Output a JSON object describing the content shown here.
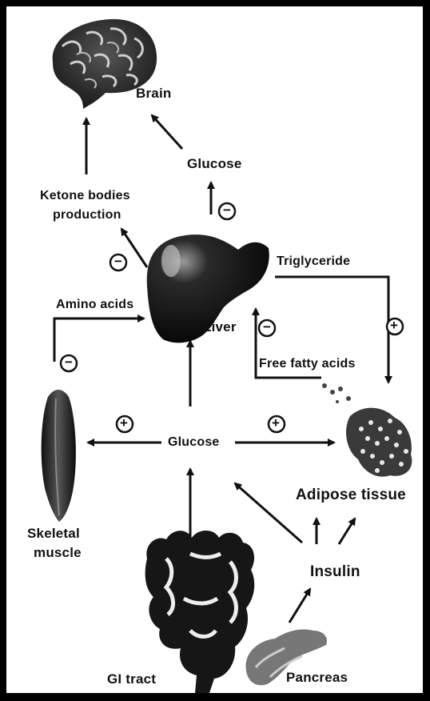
{
  "labels": {
    "brain": "Brain",
    "glucose_top": "Glucose",
    "ketone": "Ketone bodies",
    "ketone2": "production",
    "triglyceride": "Triglyceride",
    "amino_acids": "Amino acids",
    "liver": "Liver",
    "free_fatty_acids": "Free fatty acids",
    "glucose_center": "Glucose",
    "adipose": "Adipose tissue",
    "skeletal": "Skeletal",
    "skeletal2": "muscle",
    "insulin": "Insulin",
    "gi_tract": "GI tract",
    "pancreas": "Pancreas"
  },
  "signs": {
    "minus": "−",
    "plus": "+"
  }
}
